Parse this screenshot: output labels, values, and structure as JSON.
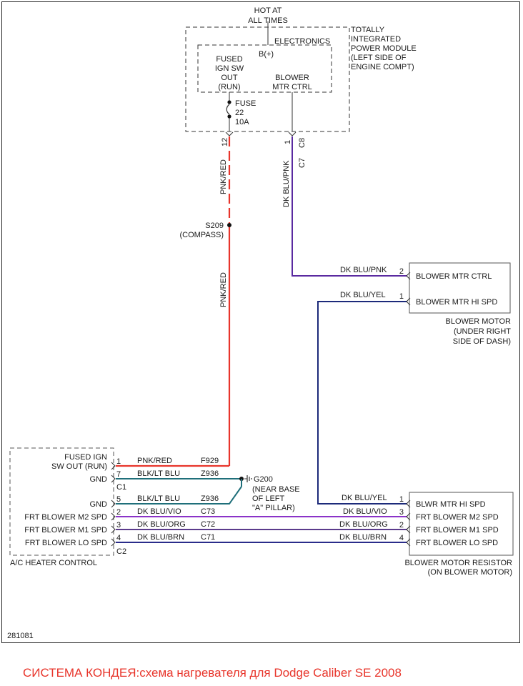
{
  "module": {
    "hot_line1": "HOT AT",
    "hot_line2": "ALL TIMES",
    "name_lines": [
      "TOTALLY",
      "INTEGRATED",
      "POWER MODULE",
      "(LEFT SIDE OF",
      "ENGINE COMPT)"
    ],
    "electronics": "ELECTRONICS",
    "bplus": "B(+)",
    "fused_lines": [
      "FUSED",
      "IGN SW",
      "OUT",
      "(RUN)"
    ],
    "blower_ctrl_lines": [
      "BLOWER",
      "MTR CTRL"
    ],
    "fuse_lines": [
      "FUSE",
      "22",
      "10A"
    ],
    "pin_left": "12",
    "pin_right_a": "1",
    "pin_right_b": "C8",
    "pin_c7": "C7"
  },
  "wires": {
    "pnk_red_upper": "PNK/RED",
    "pnk_red_lower": "PNK/RED",
    "dk_blu_pnk_vert": "DK BLU/PNK",
    "dk_blu_pnk_h": "DK BLU/PNK",
    "dk_blu_yel_top": "DK BLU/YEL",
    "dk_blu_yel_bottom": "DK BLU/YEL",
    "dk_blu_vio_right": "DK BLU/VIO",
    "dk_blu_org_right": "DK BLU/ORG",
    "dk_blu_brn_right": "DK BLU/BRN"
  },
  "splice": {
    "name": "S209",
    "note": "(COMPASS)"
  },
  "blower_motor": {
    "pin_2": "2",
    "pin_1": "1",
    "ctrl_label": "BLOWER MTR CTRL",
    "hi_label": "BLOWER MTR HI SPD",
    "name_lines": [
      "BLOWER MOTOR",
      "(UNDER RIGHT",
      "SIDE OF DASH)"
    ]
  },
  "ground": {
    "name": "G200",
    "note_lines": [
      "(NEAR BASE",
      "OF LEFT",
      "\"A\" PILLAR)"
    ]
  },
  "hvac_control": {
    "name": "A/C HEATER CONTROL",
    "rows": [
      {
        "label": "FUSED IGN",
        "label2": "SW OUT (RUN)",
        "pin": "1",
        "wire": "PNK/RED",
        "circuit": "F929"
      },
      {
        "label": "GND",
        "pin": "7",
        "wire": "BLK/LT BLU",
        "circuit": "Z936"
      },
      {
        "label": "GND",
        "pin": "5",
        "wire": "BLK/LT BLU",
        "circuit": "Z936"
      },
      {
        "label": "FRT BLOWER M2 SPD",
        "pin": "2",
        "wire": "DK BLU/VIO",
        "circuit": "C73"
      },
      {
        "label": "FRT BLOWER M1 SPD",
        "pin": "3",
        "wire": "DK BLU/ORG",
        "circuit": "C72"
      },
      {
        "label": "FRT BLOWER LO SPD",
        "pin": "4",
        "wire": "DK BLU/BRN",
        "circuit": "C71"
      }
    ],
    "c1": "C1",
    "c2": "C2"
  },
  "resistor": {
    "pins": [
      "1",
      "3",
      "2",
      "4"
    ],
    "labels": [
      "BLWR MTR HI SPD",
      "FRT BLOWER M2 SPD",
      "FRT BLOWER M1 SPD",
      "FRT BLOWER LO SPD"
    ],
    "name_lines": [
      "BLOWER MOTOR RESISTOR",
      "(ON BLOWER MOTOR)"
    ]
  },
  "figure_id": "281081",
  "caption": "СИСТЕМА КОНДЕЯ:схема нагревателя для Dodge Caliber SE 2008",
  "colors": {
    "pnk_red": "#e8352b",
    "dk_blu_pnk": "#5a2aa0",
    "dk_blu_yel": "#1c2a7a",
    "dk_blu_vio": "#8a33c8",
    "dk_blu_org": "#5b3b8c",
    "dk_blu_brn": "#2a2c8a",
    "blk_lt_blu": "#1f6f7a",
    "caption": "#e8352b"
  }
}
